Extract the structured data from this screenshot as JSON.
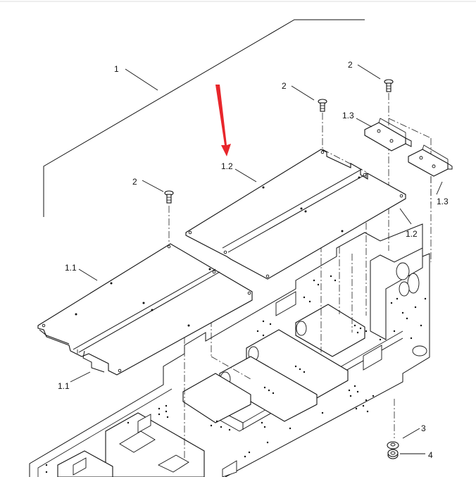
{
  "callouts": {
    "assembly": "1",
    "panel_left_a": "1.1",
    "panel_left_b": "1.1",
    "panel_right_a": "1.2",
    "panel_right_b": "1.2",
    "bracket_a": "1.3",
    "bracket_b": "1.3",
    "screw_a": "2",
    "screw_b": "2",
    "screw_c": "2",
    "washer": "3",
    "nut": "4"
  },
  "indicator": {
    "color": "#e8262b"
  },
  "colors": {
    "line": "#111111",
    "background": "#ffffff"
  }
}
